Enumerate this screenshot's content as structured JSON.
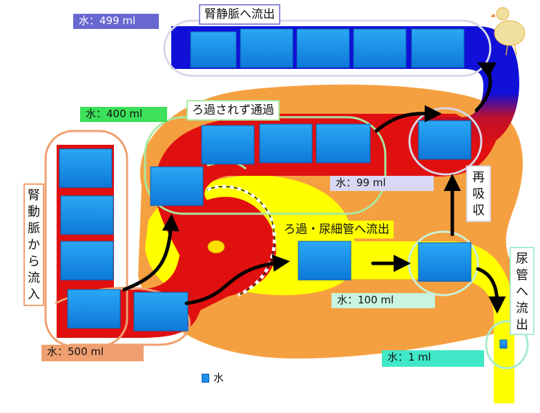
{
  "labels": {
    "water_499": "水：499 ml",
    "water_400": "水：400 ml",
    "water_99": "水：99 ml",
    "water_100": "水：100 ml",
    "water_500": "水：500 ml",
    "water_1": "水：1 ml"
  },
  "titles": {
    "renal_vein": "腎静脈へ流出",
    "not_filtered": "ろ過されず通過",
    "filtered_to_tubule": "ろ過・尿細管へ流出"
  },
  "vertical": {
    "renal_artery": [
      "腎",
      "動",
      "脈",
      "か",
      "ら",
      "流",
      "入"
    ],
    "reabsorption": [
      "再",
      "吸",
      "収"
    ],
    "to_ureter": [
      "尿",
      "管",
      "へ",
      "流",
      "出"
    ]
  },
  "legend": {
    "label": "水"
  },
  "colors": {
    "artery_red": "#e01010",
    "vein_blue": "#1010d8",
    "capsule_orange": "#f5a040",
    "tubule_yellow": "#ffff00",
    "water_block": "#1e8fe8",
    "oval_white": "#e8e8f0",
    "oval_green": "#a8e8a0",
    "oval_orange": "#f0a070"
  }
}
